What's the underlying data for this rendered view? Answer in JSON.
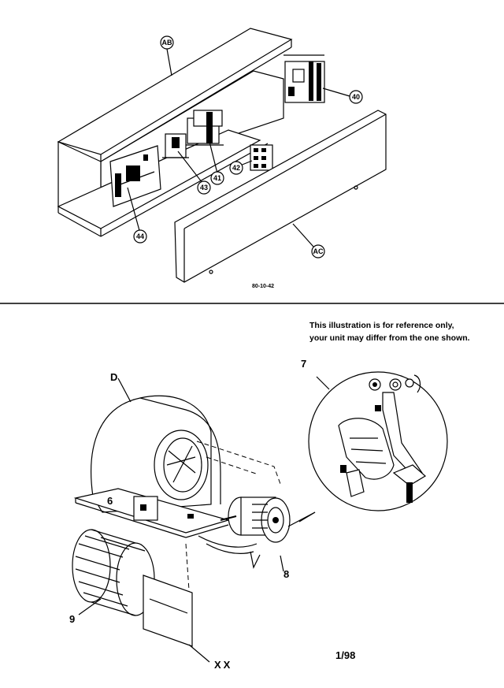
{
  "callouts_top": {
    "ab": "AB",
    "c40": "40",
    "c41": "41",
    "c42": "42",
    "c43": "43",
    "c44": "44",
    "ac": "AC"
  },
  "drawing_number": "80-10-42",
  "note": {
    "line1": "This illustration is for reference only,",
    "line2": "your unit may differ from the one shown."
  },
  "labels_bottom": {
    "d": "D",
    "l6": "6",
    "l7": "7",
    "l8": "8",
    "l9": "9",
    "xx": "XX"
  },
  "date": "1/98"
}
